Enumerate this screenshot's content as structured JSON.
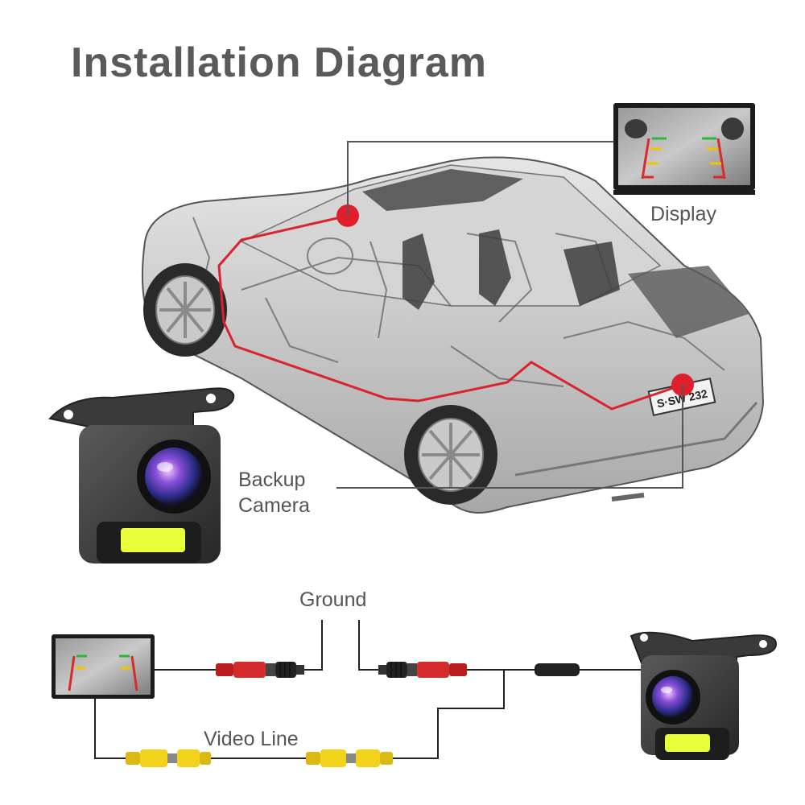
{
  "title": "Installation Diagram",
  "labels": {
    "display": "Display",
    "backup_camera_line1": "Backup",
    "backup_camera_line2": "Camera",
    "ground": "Ground",
    "video_line": "Video Line"
  },
  "colors": {
    "title": "#5a5a5a",
    "route_line": "#d9232e",
    "connector_red": "#d62b2b",
    "connector_yellow": "#f2d21b",
    "camera_body": "#3a3a3a",
    "led": "#e8ff3a"
  },
  "icons": [
    "car-cutaway-icon",
    "display-monitor-icon",
    "backup-camera-icon",
    "rca-connector-icon",
    "power-connector-icon"
  ]
}
